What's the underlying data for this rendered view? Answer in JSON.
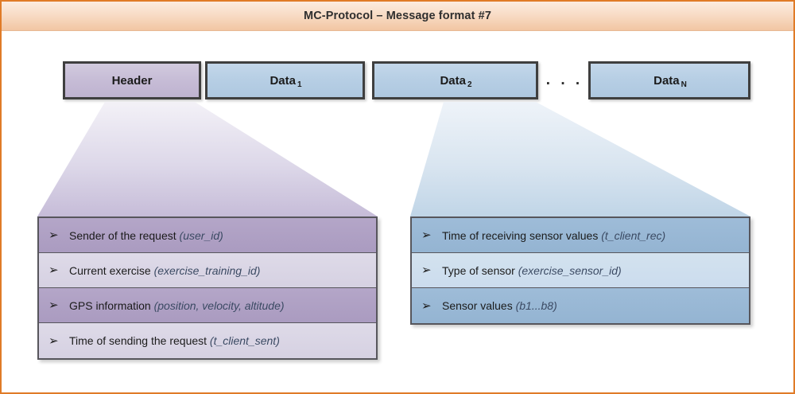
{
  "title": "MC-Protocol – Message format #7",
  "message_boxes": [
    {
      "label": "Header",
      "subscript": "",
      "type": "header"
    },
    {
      "label": "Data",
      "subscript": "1",
      "type": "data"
    },
    {
      "label": "Data",
      "subscript": "2",
      "type": "data"
    },
    {
      "label": "Data",
      "subscript": "N",
      "type": "data"
    }
  ],
  "ellipsis": ". . .",
  "header_details": {
    "bullet": "➢",
    "rows": [
      {
        "text": "Sender of the request ",
        "code": "(user_id)",
        "shade": "dark"
      },
      {
        "text": "Current exercise ",
        "code": "(exercise_training_id)",
        "shade": "light"
      },
      {
        "text": "GPS information ",
        "code": "(position, velocity, altitude)",
        "shade": "dark"
      },
      {
        "text": "Time of sending the request ",
        "code": "(t_client_sent)",
        "shade": "light"
      }
    ]
  },
  "data_details": {
    "bullet": "➢",
    "rows": [
      {
        "text": "Time of receiving sensor values ",
        "code": "(t_client_rec)",
        "shade": "dark"
      },
      {
        "text": "Type of sensor ",
        "code": "(exercise_sensor_id)",
        "shade": "light"
      },
      {
        "text": "Sensor values ",
        "code": "(b1...b8)",
        "shade": "dark"
      }
    ]
  },
  "colors": {
    "page_border": "#e07b27",
    "title_bar_top": "#fcece0",
    "title_bar_bottom": "#f2c6a3",
    "header_purple": "#bfb3d0",
    "data_blue": "#aec8e0",
    "box_outline": "#3f3f3f",
    "list_outline": "#57565c",
    "code_text": "#3b4a63"
  }
}
